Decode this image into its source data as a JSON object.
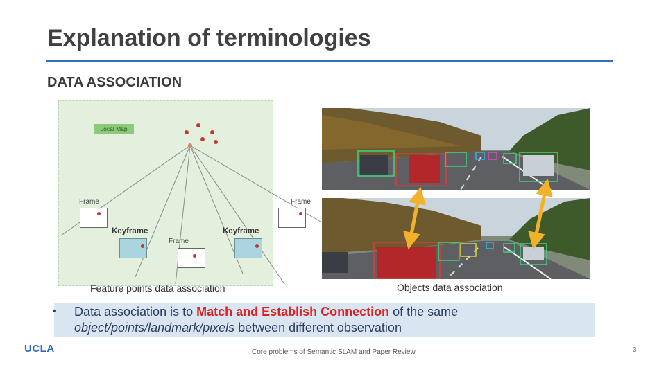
{
  "slide": {
    "title": "Explanation of terminologies",
    "subtitle": "DATA ASSOCIATION",
    "page_number": "3",
    "footer": "Core problems of Semantic SLAM and Paper Review",
    "logo": "UCLA"
  },
  "diagram": {
    "local_map_tag": "Local Map",
    "nodes": {
      "frame_left": "Frame",
      "keyframe_left": "Keyframe",
      "frame_center": "Frame",
      "keyframe_right": "Keyframe",
      "frame_far_right": "Frame"
    },
    "caption": "Feature points data association"
  },
  "photos": {
    "caption": "Objects data association"
  },
  "bullet": {
    "text_before": "Data association is to ",
    "emphasis": "Match and Establish Connection",
    "text_after": " of the same",
    "italic_part": "object/points/landmark/pixels",
    "text_end": " between different observation"
  },
  "colors": {
    "title_rule": "#2e74b5",
    "emphasis": "#e02020",
    "bullet_bg": "#dae5f2",
    "logo": "#2d68c4",
    "arrow": "#f2b12a"
  }
}
